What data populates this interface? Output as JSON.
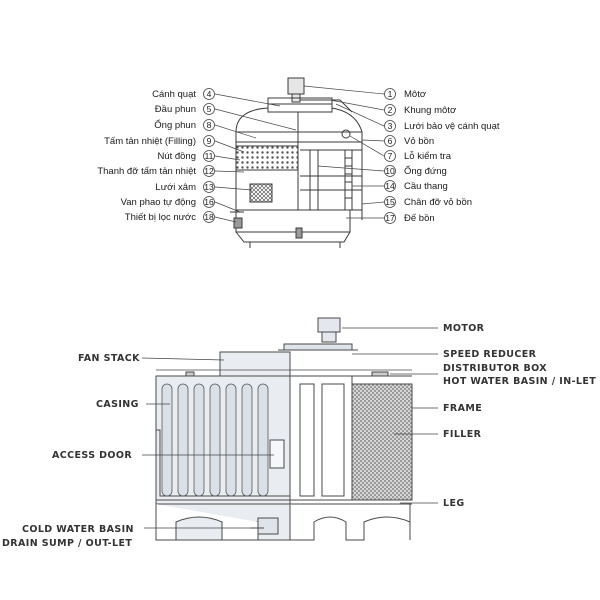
{
  "top_diagram": {
    "left_labels": [
      {
        "num": "4",
        "text": "Cánh quạt"
      },
      {
        "num": "5",
        "text": "Đầu phun"
      },
      {
        "num": "8",
        "text": "Ống phun"
      },
      {
        "num": "9",
        "text": "Tấm tản nhiệt (Filling)"
      },
      {
        "num": "11",
        "text": "Nút đồng"
      },
      {
        "num": "12",
        "text": "Thanh đỡ tấm tản nhiệt"
      },
      {
        "num": "13",
        "text": "Lưới xâm"
      },
      {
        "num": "16",
        "text": "Van phao tự động"
      },
      {
        "num": "18",
        "text": "Thiết bị lọc nước"
      }
    ],
    "right_labels": [
      {
        "num": "1",
        "text": "Môtơ"
      },
      {
        "num": "2",
        "text": "Khung môtơ"
      },
      {
        "num": "3",
        "text": "Lưới bảo vệ cánh quạt"
      },
      {
        "num": "6",
        "text": "Vỏ bồn"
      },
      {
        "num": "7",
        "text": "Lỗ kiểm tra"
      },
      {
        "num": "10",
        "text": "Ống đứng"
      },
      {
        "num": "14",
        "text": "Cầu thang"
      },
      {
        "num": "15",
        "text": "Chân đỡ vỏ bồn"
      },
      {
        "num": "17",
        "text": "Đế bồn"
      }
    ]
  },
  "bottom_diagram": {
    "left_labels": [
      {
        "text": "FAN STACK"
      },
      {
        "text": "CASING"
      },
      {
        "text": "ACCESS DOOR"
      },
      {
        "text": "COLD WATER BASIN"
      },
      {
        "text": "DRAIN SUMP / OUT-LET"
      }
    ],
    "right_labels": [
      {
        "text": "MOTOR"
      },
      {
        "text": "SPEED REDUCER"
      },
      {
        "text": "DISTRIBUTOR BOX"
      },
      {
        "text": "HOT WATER BASIN / IN-LET"
      },
      {
        "text": "FRAME"
      },
      {
        "text": "FILLER"
      },
      {
        "text": "LEG"
      }
    ]
  },
  "colors": {
    "line": "#555555",
    "casing_fill": "#e8ecf1",
    "stack_fill": "#d3dce6",
    "filler_fill": "#c4c4c4"
  }
}
